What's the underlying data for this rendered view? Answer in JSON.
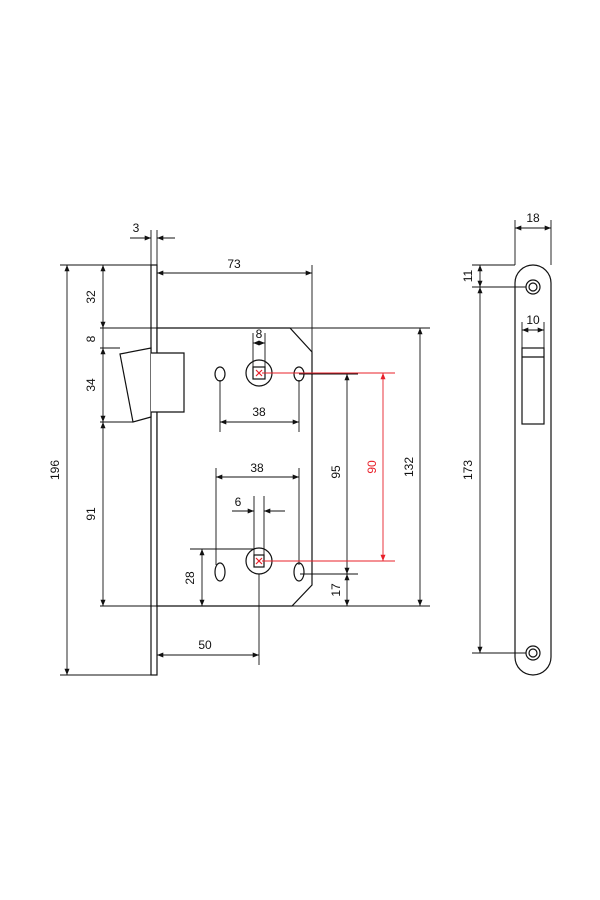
{
  "colors": {
    "line": "#111111",
    "red_accent": "#e8202a",
    "background": "#ffffff"
  },
  "dimensions": {
    "faceplate_thickness": "3",
    "backset_to_body": "73",
    "top_to_case": "32",
    "case_gap": "8",
    "latch_height": "34",
    "latch_to_bottom": "91",
    "overall_height": "196",
    "handle_spindle_square": "8",
    "handle_hole_spacing": "38",
    "lower_hole_spacing": "38",
    "lower_spindle_square": "6",
    "lower_bolt_height": "28",
    "backset": "50",
    "center_distance_95": "95",
    "center_distance_90": "90",
    "case_height": "132",
    "bottom_offset": "17",
    "strike_width": "18",
    "strike_top_offset": "11",
    "strike_slot_width": "10",
    "strike_screw_spacing": "173"
  },
  "icons": {
    "arrow": "arrowhead",
    "center_mark": "cross"
  }
}
